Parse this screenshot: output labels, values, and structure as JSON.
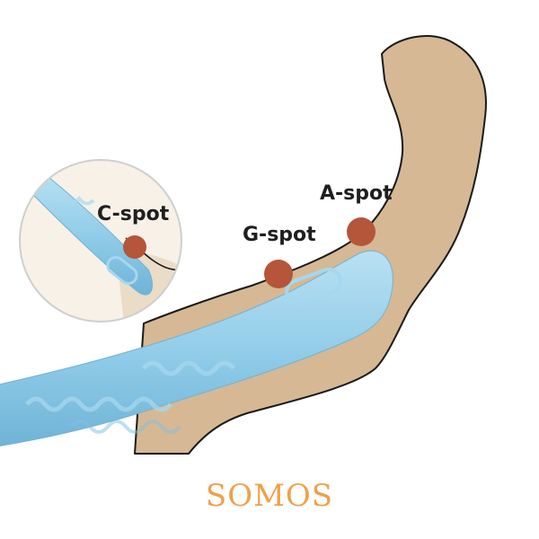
{
  "labels": {
    "c_spot": "C-spot",
    "g_spot": "G-spot",
    "a_spot": "A-spot"
  },
  "brand": {
    "name": "SOMOS"
  },
  "colors": {
    "anatomy_fill": "#d6b894",
    "anatomy_outline": "#1a1a1a",
    "toy_blue": "#8fcbe8",
    "toy_blue_dark": "#6fb3d6",
    "toy_blue_light": "#b9e1f2",
    "spot_marker": "#b5553a",
    "brand_orange": "#f0a04b",
    "inset_bg": "#f7f1e8",
    "inset_border": "#cfcfcf"
  }
}
